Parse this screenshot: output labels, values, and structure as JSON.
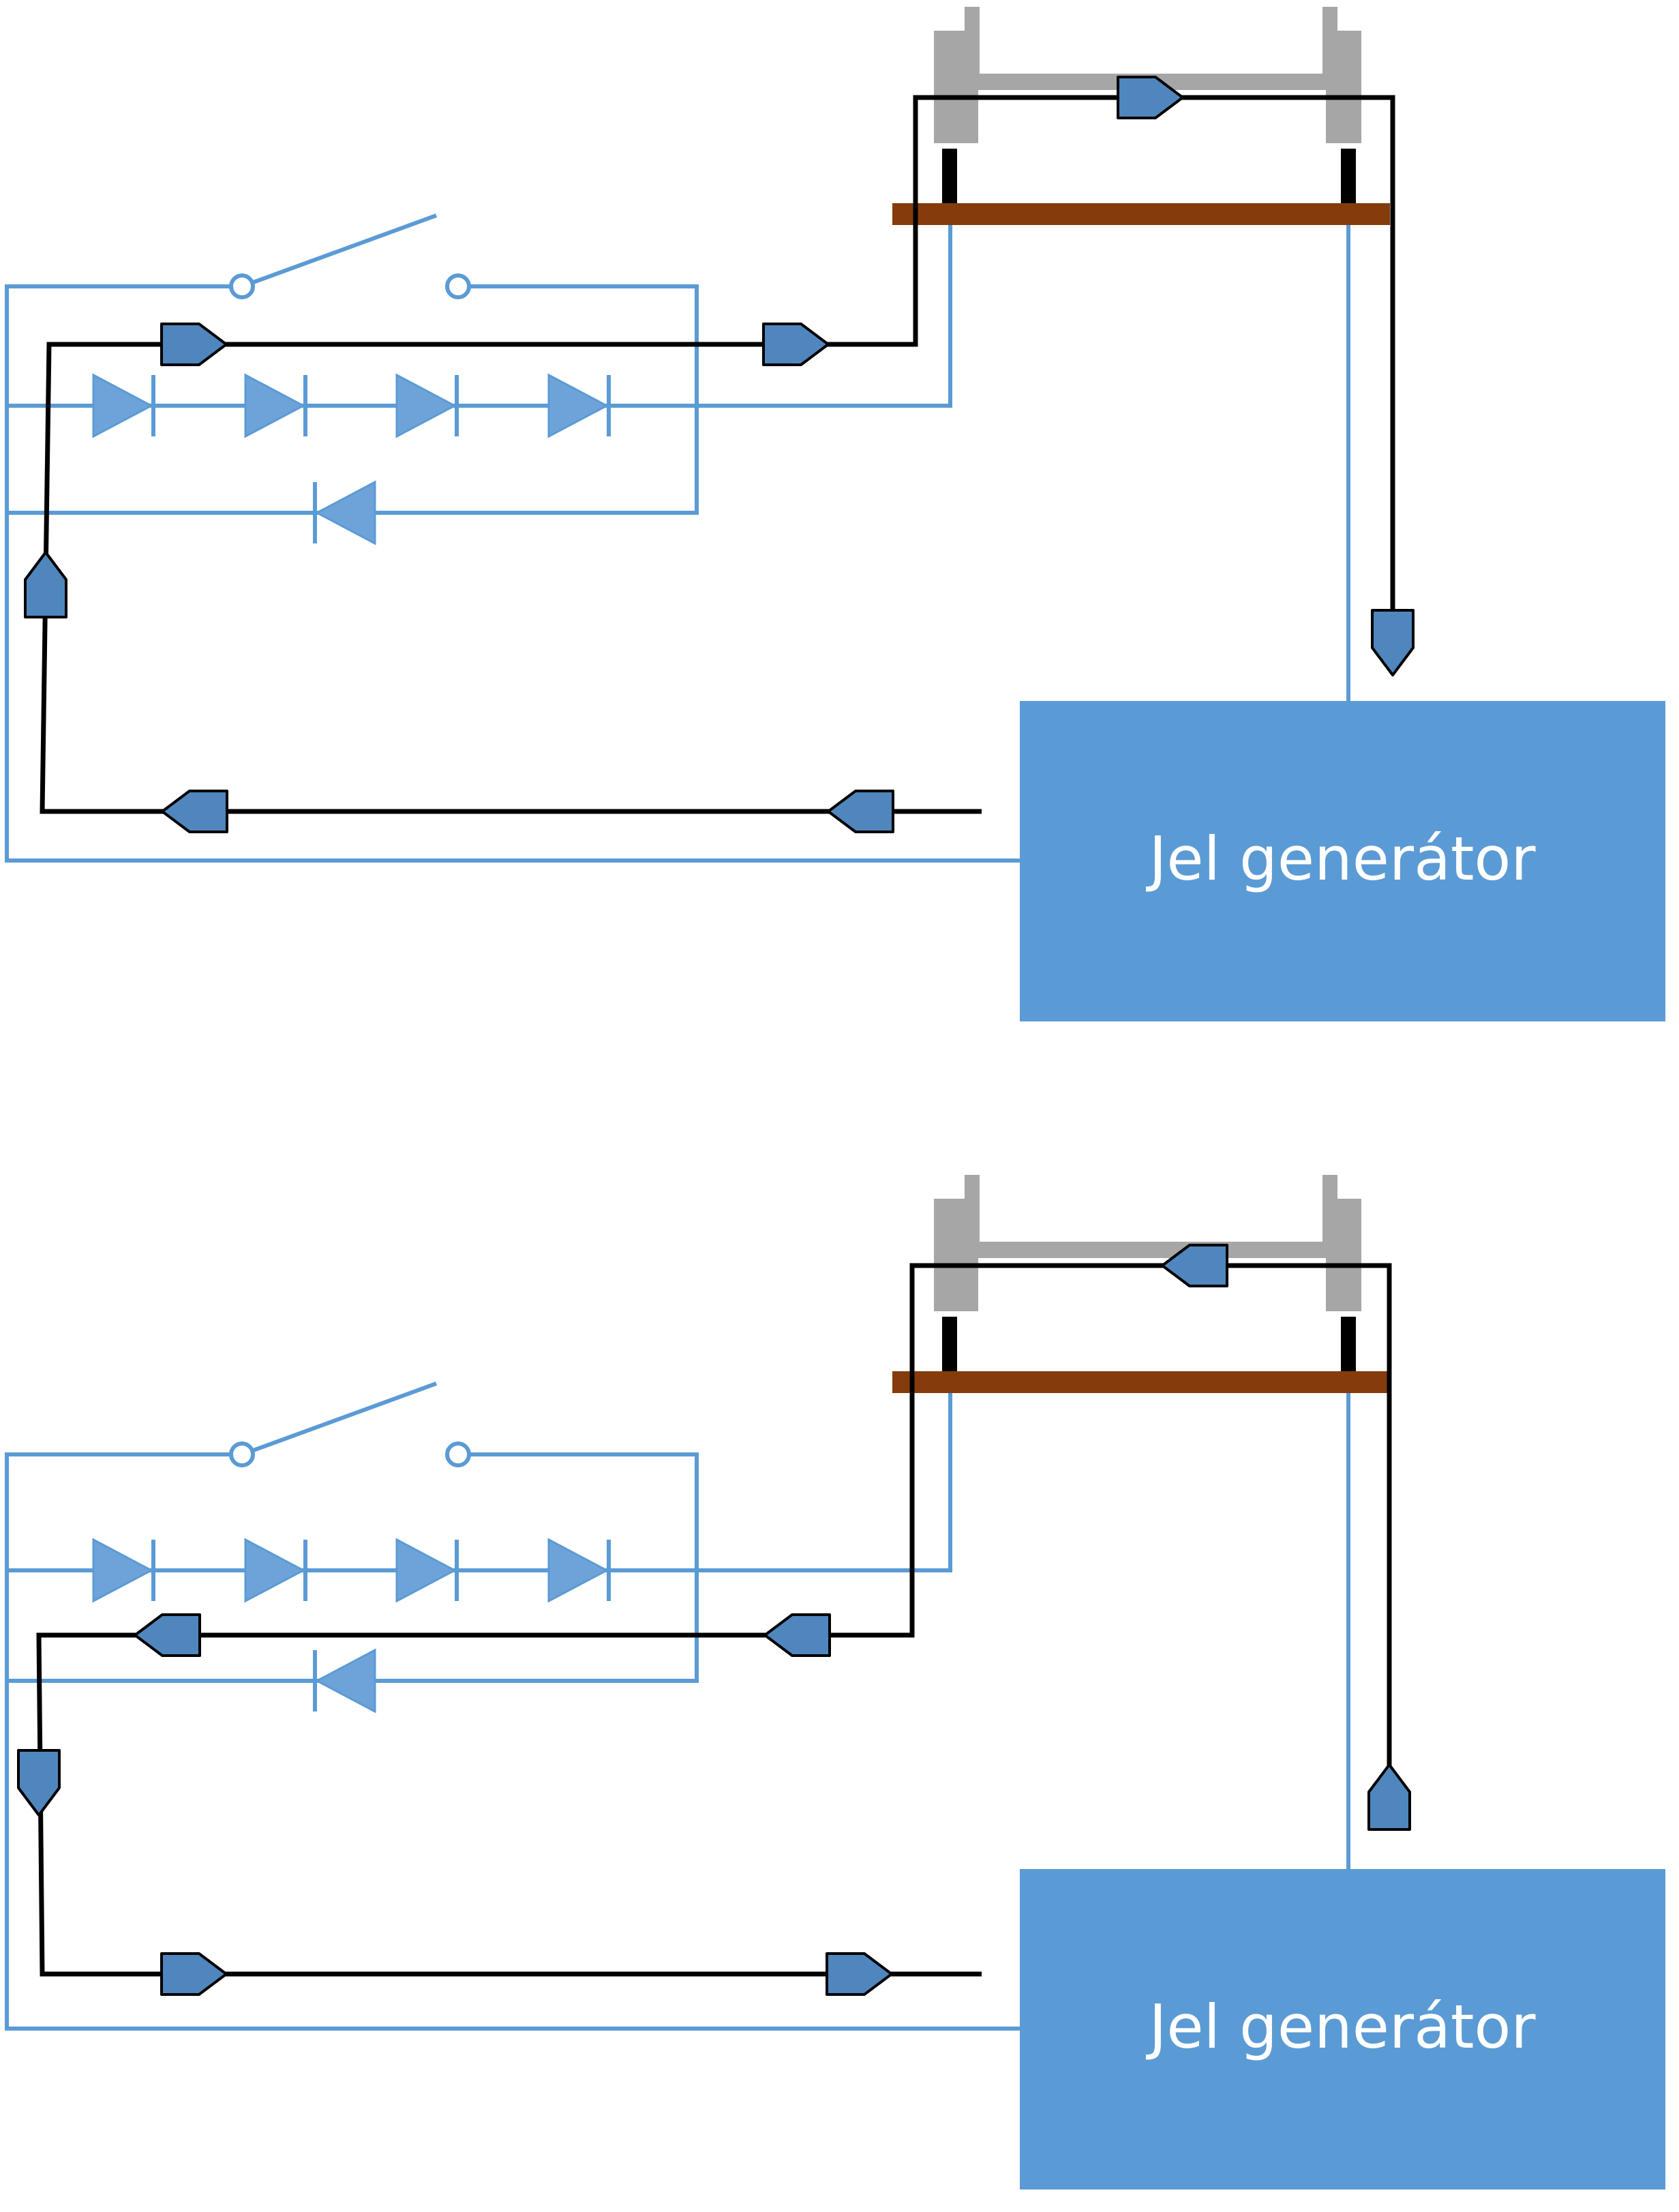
{
  "diagrams": [
    {
      "id": "forward",
      "generator": {
        "label": "Jel generátor"
      },
      "current_direction": "clockwise"
    },
    {
      "id": "reverse",
      "generator": {
        "label": "Jel generátor"
      },
      "current_direction": "counter-clockwise"
    }
  ],
  "colors": {
    "circuit_wire": "#5b9bd5",
    "current_path": "#000000",
    "direction_marker": "#4f86bd",
    "axle": "#a6a6a6",
    "track": "#843c0c",
    "generator": "#5b9bd5"
  }
}
